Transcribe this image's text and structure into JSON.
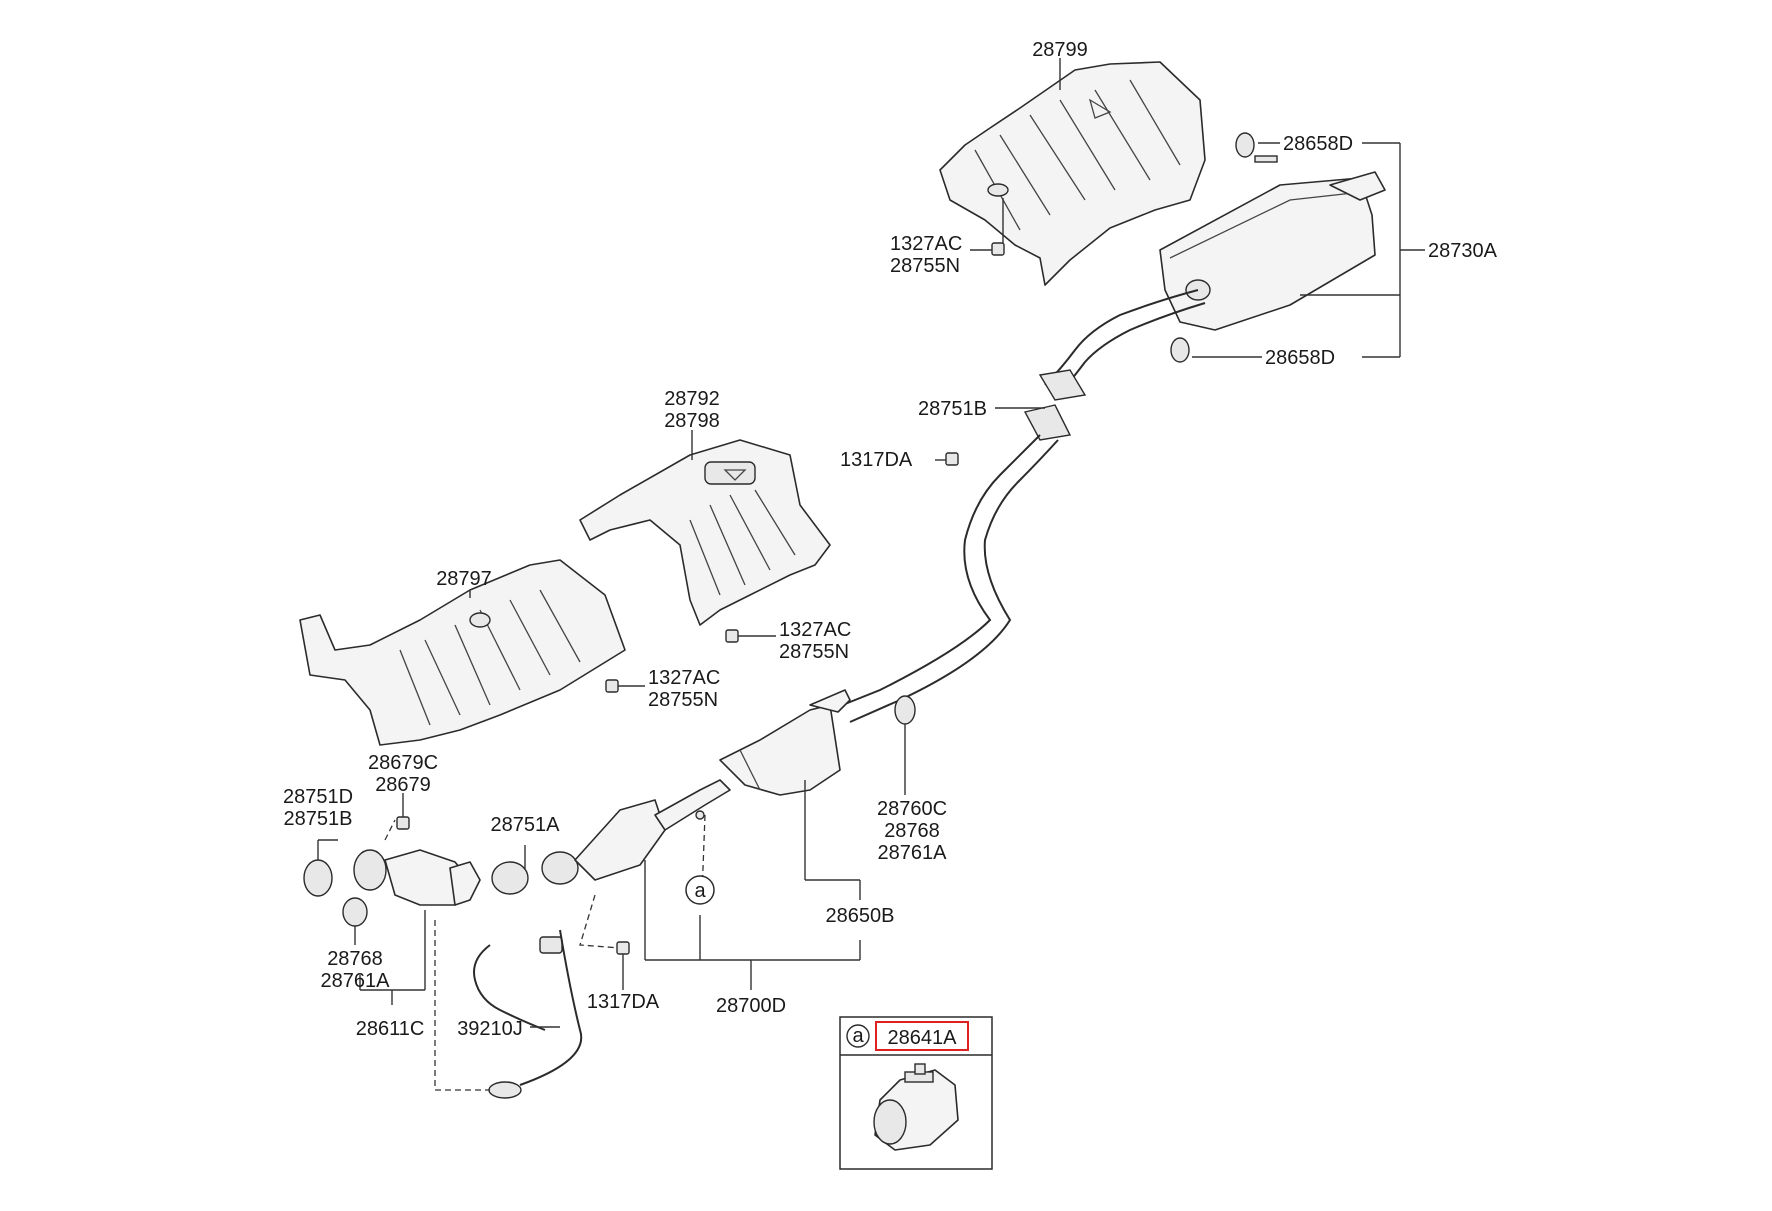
{
  "labels": {
    "l28799": "28799",
    "l28658D_top": "28658D",
    "l28730A": "28730A",
    "l28658D_bot": "28658D",
    "l1327AC_top": "1327AC",
    "l28755N_top": "28755N",
    "l28792": "28792",
    "l28798": "28798",
    "l28751B_mid": "28751B",
    "l1317DA_mid": "1317DA",
    "l28797": "28797",
    "l1327AC_mid": "1327AC",
    "l28755N_mid": "28755N",
    "l1327AC_low": "1327AC",
    "l28755N_low": "28755N",
    "l28679C": "28679C",
    "l28679": "28679",
    "l28751D": "28751D",
    "l28751B_left": "28751B",
    "l28751A": "28751A",
    "l28760C": "28760C",
    "l28768_right": "28768",
    "l28761A_right": "28761A",
    "l28650B": "28650B",
    "l28768_left": "28768",
    "l28761A_left": "28761A",
    "l1317DA_low": "1317DA",
    "l28700D": "28700D",
    "l28611C": "28611C",
    "l39210J": "39210J",
    "callout_a": "a"
  },
  "inset": {
    "ref": "a",
    "part_number": "28641A",
    "highlight_color": "#e02020"
  },
  "colors": {
    "line": "#2b2b2b",
    "fill": "#f4f4f4",
    "highlight": "#e02020"
  }
}
